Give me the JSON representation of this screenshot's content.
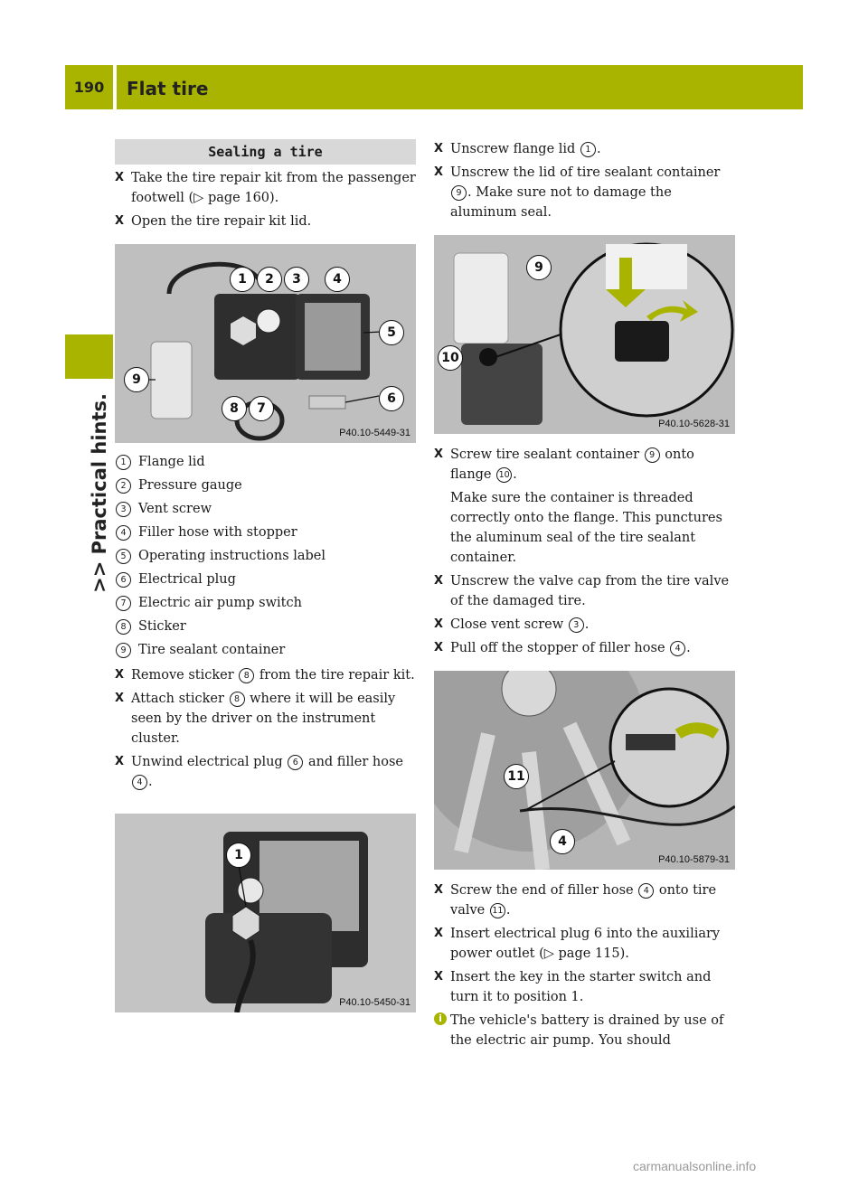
{
  "header": {
    "page_number": "190",
    "title": "Flat tire"
  },
  "side_tab": {
    "label": ">> Practical hints."
  },
  "left": {
    "section_title": "Sealing a tire",
    "steps_a": [
      "Take the tire repair kit from the passenger footwell (▷ page 160).",
      "Open the tire repair kit lid."
    ],
    "figure1": {
      "code": "P40.10-5449-31",
      "callouts": [
        "1",
        "2",
        "3",
        "4",
        "5",
        "6",
        "7",
        "8",
        "9"
      ]
    },
    "legend": [
      {
        "num": "1",
        "text": "Flange lid"
      },
      {
        "num": "2",
        "text": "Pressure gauge"
      },
      {
        "num": "3",
        "text": "Vent screw"
      },
      {
        "num": "4",
        "text": "Filler hose with stopper"
      },
      {
        "num": "5",
        "text": "Operating instructions label"
      },
      {
        "num": "6",
        "text": "Electrical plug"
      },
      {
        "num": "7",
        "text": "Electric air pump switch"
      },
      {
        "num": "8",
        "text": "Sticker"
      },
      {
        "num": "9",
        "text": "Tire sealant container"
      }
    ],
    "step_b1": {
      "before": "Remove sticker",
      "num": "8",
      "after": "from the tire repair kit."
    },
    "step_b2": {
      "before": "Attach sticker",
      "num": "8",
      "after": "where it will be easily seen by the driver on the instrument cluster."
    },
    "step_b3": {
      "before": "Unwind electrical plug",
      "num1": "6",
      "middle": "and filler hose",
      "num2": "4",
      "after": "."
    },
    "figure2": {
      "code": "P40.10-5450-31",
      "callouts": [
        "1"
      ]
    }
  },
  "right": {
    "step_c1": {
      "before": "Unscrew flange lid",
      "num": "1",
      "after": "."
    },
    "step_c2": {
      "before": "Unscrew the lid of tire sealant container",
      "num": "9",
      "after": ". Make sure not to damage the aluminum seal."
    },
    "figure3": {
      "code": "P40.10-5628-31",
      "callouts": [
        "9",
        "10"
      ]
    },
    "step_d1": {
      "before": "Screw tire sealant container",
      "num1": "9",
      "middle": "onto flange",
      "num2": "10",
      "after": "."
    },
    "note_d1": "Make sure the container is threaded correctly onto the flange. This punctures the aluminum seal of the tire sealant container.",
    "step_d2": "Unscrew the valve cap from the tire valve of the damaged tire.",
    "step_d3": {
      "before": "Close vent screw",
      "num": "3",
      "after": "."
    },
    "step_d4": {
      "before": "Pull off the stopper of filler hose",
      "num": "4",
      "after": "."
    },
    "figure4": {
      "code": "P40.10-5879-31",
      "callouts": [
        "11",
        "4"
      ]
    },
    "step_e1": {
      "before": "Screw the end of filler hose",
      "num1": "4",
      "middle": "onto tire valve",
      "num2": "11",
      "after": "."
    },
    "step_e2": "Insert electrical plug 6 into the auxiliary power outlet (▷ page 115).",
    "step_e3": "Insert the key in the starter switch and turn it to position 1.",
    "info": "The vehicle's battery is drained by use of the electric air pump. You should"
  },
  "footer": "carmanualsonline.info"
}
